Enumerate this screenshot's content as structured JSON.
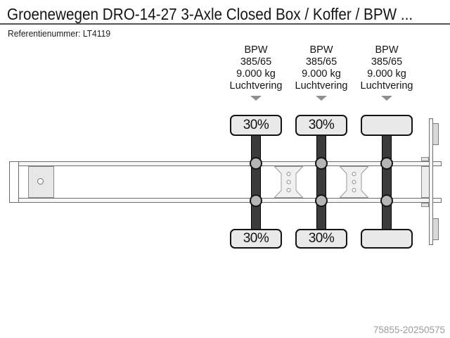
{
  "page": {
    "title": "Groenewegen DRO-14-27 3-Axle Closed Box / Koffer / BPW ...",
    "reference": "Referentienummer: LT4119",
    "watermark": "75855-20250575"
  },
  "diagram": {
    "type": "trailer-axle-schematic",
    "axles": [
      {
        "brand": "BPW",
        "tyre": "385/65",
        "capacity": "9.000 kg",
        "suspension": "Luchtvering",
        "wheel_top": "30%",
        "wheel_bottom": "30%"
      },
      {
        "brand": "BPW",
        "tyre": "385/65",
        "capacity": "9.000 kg",
        "suspension": "Luchtvering",
        "wheel_top": "30%",
        "wheel_bottom": "30%"
      },
      {
        "brand": "BPW",
        "tyre": "385/65",
        "capacity": "9.000 kg",
        "suspension": "Luchtvering",
        "wheel_top": "",
        "wheel_bottom": ""
      }
    ],
    "colors": {
      "axle_beam": "#3b3b3b",
      "wheel_fill": "#e9e9e9",
      "hub_fill": "#b5b5b5",
      "frame_line": "#6e6e6e",
      "pointer_icon": "#8f8f8f",
      "watermark_text": "#9c9c9c"
    }
  }
}
